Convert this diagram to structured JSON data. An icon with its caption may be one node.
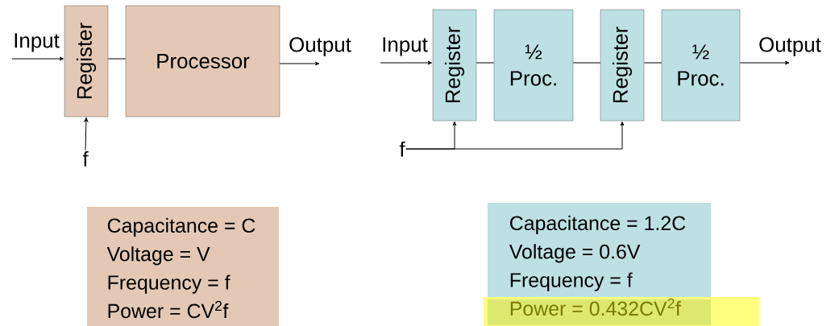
{
  "diagram": {
    "nodes": [
      {
        "text": [
          "Input"
        ]
      },
      {
        "text": [
          "Register"
        ]
      },
      {
        "text": [
          "Processor"
        ]
      },
      {
        "text": [
          "Output"
        ]
      },
      {
        "text": [
          "f"
        ]
      },
      {
        "text": [
          "Input"
        ]
      },
      {
        "text": [
          "Register"
        ]
      },
      {
        "text": [
          "½ Proc."
        ]
      },
      {
        "text": [
          "Register"
        ]
      },
      {
        "text": [
          "½ Proc."
        ]
      },
      {
        "text": [
          "Output"
        ]
      },
      {
        "text": [
          "f"
        ]
      },
      {
        "text": [
          "Capacitance = C",
          "Voltage = V",
          "Frequency = f",
          "Power = CV$^{2}$f"
        ]
      },
      {
        "text": [
          "Capacitance = 1.2C",
          "Voltage = 0.6V",
          "Frequency = f",
          "Power = 0.432CV$^{2}$f"
        ]
      }
    ],
    "edges": [
      {
        "from": 0,
        "to": 1,
        "arrow": "to"
      },
      {
        "from": 1,
        "to": 2,
        "arrow": "none"
      },
      {
        "from": 2,
        "to": 3,
        "arrow": "to"
      },
      {
        "from": 4,
        "to": 1,
        "arrow": "to"
      },
      {
        "from": 5,
        "to": 6,
        "arrow": "to"
      },
      {
        "from": 6,
        "to": 7,
        "arrow": "none"
      },
      {
        "from": 7,
        "to": 8,
        "arrow": "none"
      },
      {
        "from": 8,
        "to": 9,
        "arrow": "none"
      },
      {
        "from": 9,
        "to": 10,
        "arrow": "to"
      },
      {
        "from": 11,
        "to": 6,
        "arrow": "to"
      },
      {
        "from": 11,
        "to": 8,
        "arrow": "to"
      }
    ]
  }
}
